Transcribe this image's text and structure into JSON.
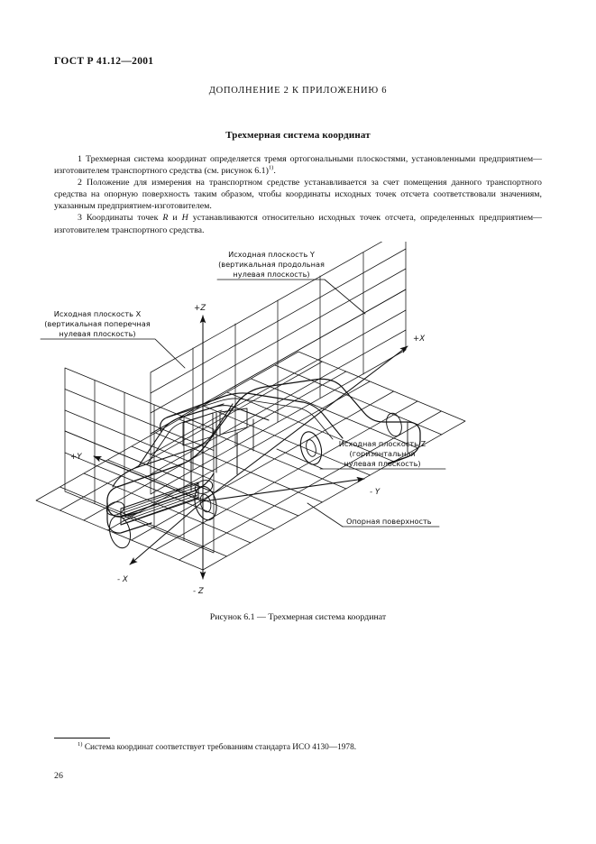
{
  "document": {
    "number": "ГОСТ Р 41.12—2001",
    "annex_title": "ДОПОЛНЕНИЕ 2 К ПРИЛОЖЕНИЮ 6",
    "section_title": "Трехмерная система координат",
    "page_number": "26"
  },
  "paragraphs": {
    "p1_a": "1 Трехмерная система координат определяется тремя ортогональными плоскостями, установленными предприятием—изготовителем транспортного средства (см. рисунок 6.1)",
    "p1_fn": "1)",
    "p1_b": ".",
    "p2": "2 Положение  для измерения на транспортном средстве устанавливается за счет помещения данного транспортного средства на опорную поверхность таким образом, чтобы координаты исходных точек отсчета соответствовали значениям, указанным предприятием-изготовителем.",
    "p3_a": "3 Координаты точек ",
    "p3_r": "R",
    "p3_b": " и ",
    "p3_h": "H",
    "p3_c": " устанавливаются относительно исходных точек отсчета, определенных предприятием—изготовителем транспортного средства."
  },
  "figure": {
    "caption": "Рисунок 6.1 — Трехмерная система координат",
    "callouts": {
      "plane_y": {
        "line1": "Исходная плоскость Y",
        "line2": "(вертикальная продольная",
        "line3": "нулевая плоскость)"
      },
      "plane_x": {
        "line1": "Исходная плоскость X",
        "line2": "(вертикальная поперечная",
        "line3": "нулевая плоскость)"
      },
      "plane_z": {
        "line1": "Исходная плоскость Z",
        "line2": "(горизонтальная",
        "line3": "нулевая плоскость)"
      },
      "support_surface": "Опорная поверхность"
    },
    "axes": {
      "plus_z": "+Z",
      "minus_z": "- Z",
      "plus_x": "+X",
      "minus_x": "- X",
      "plus_y": "+Y",
      "minus_y": "- Y"
    }
  },
  "footnote": {
    "marker": "1)",
    "text": " Система координат соответствует  требованиям стандарта ИСО 4130—1978."
  },
  "colors": {
    "ink": "#111111",
    "paper": "#ffffff"
  }
}
